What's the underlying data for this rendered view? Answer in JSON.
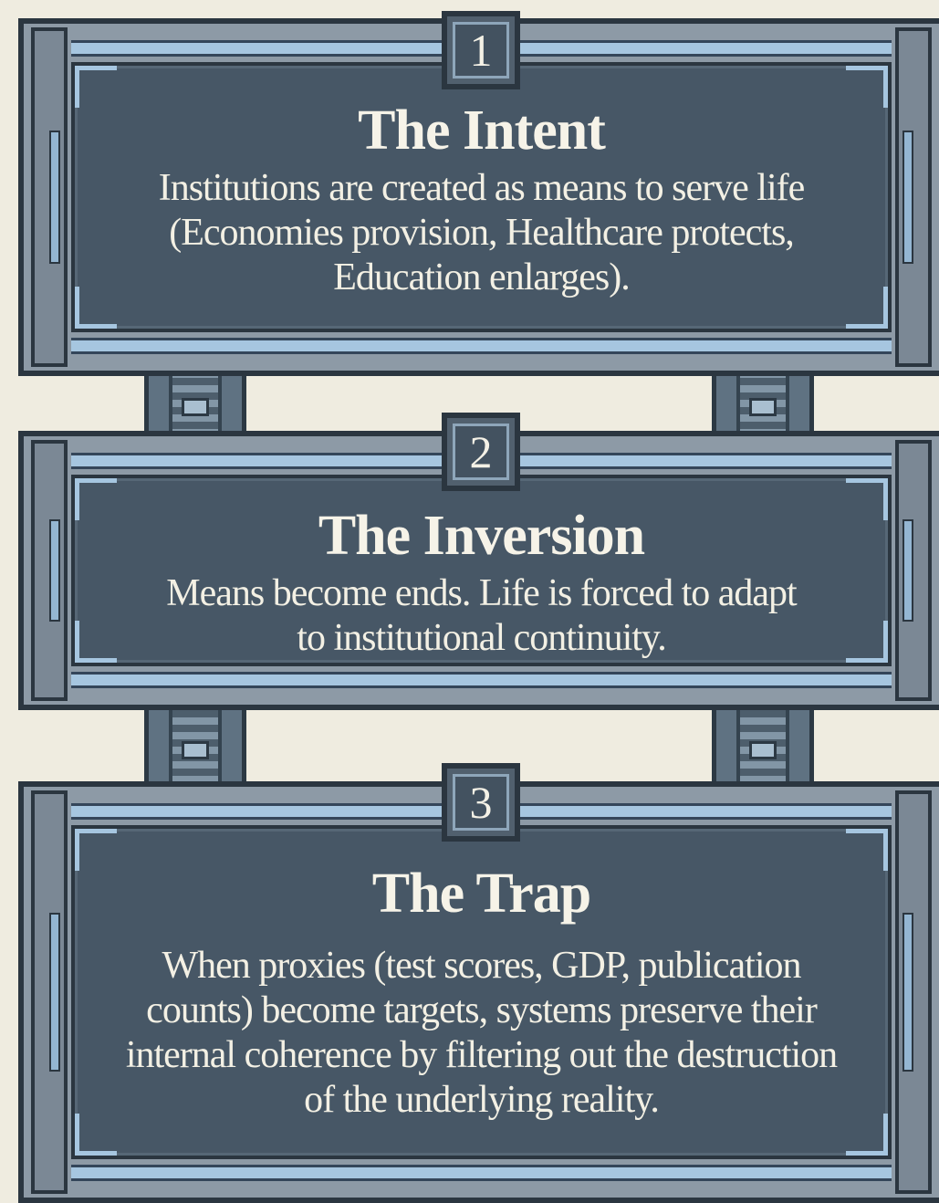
{
  "steps": [
    {
      "number": "1",
      "title": "The Intent",
      "description": "Institutions are created as means to serve life (Economies provision, Healthcare protects, Education enlarges)."
    },
    {
      "number": "2",
      "title": "The Inversion",
      "description": "Means become ends. Life is forced to adapt to institutional continuity."
    },
    {
      "number": "3",
      "title": "The Trap",
      "description": "When proxies (test scores, GDP, publication counts) become targets, systems preserve their internal coherence by filtering out the destruction of the underlying reality."
    }
  ],
  "colors": {
    "background": "#efece0",
    "panel_fill": "#475766",
    "frame_steel": "#8d9aa6",
    "accent_blue": "#a6c6e0",
    "text": "#f3f0e4"
  }
}
